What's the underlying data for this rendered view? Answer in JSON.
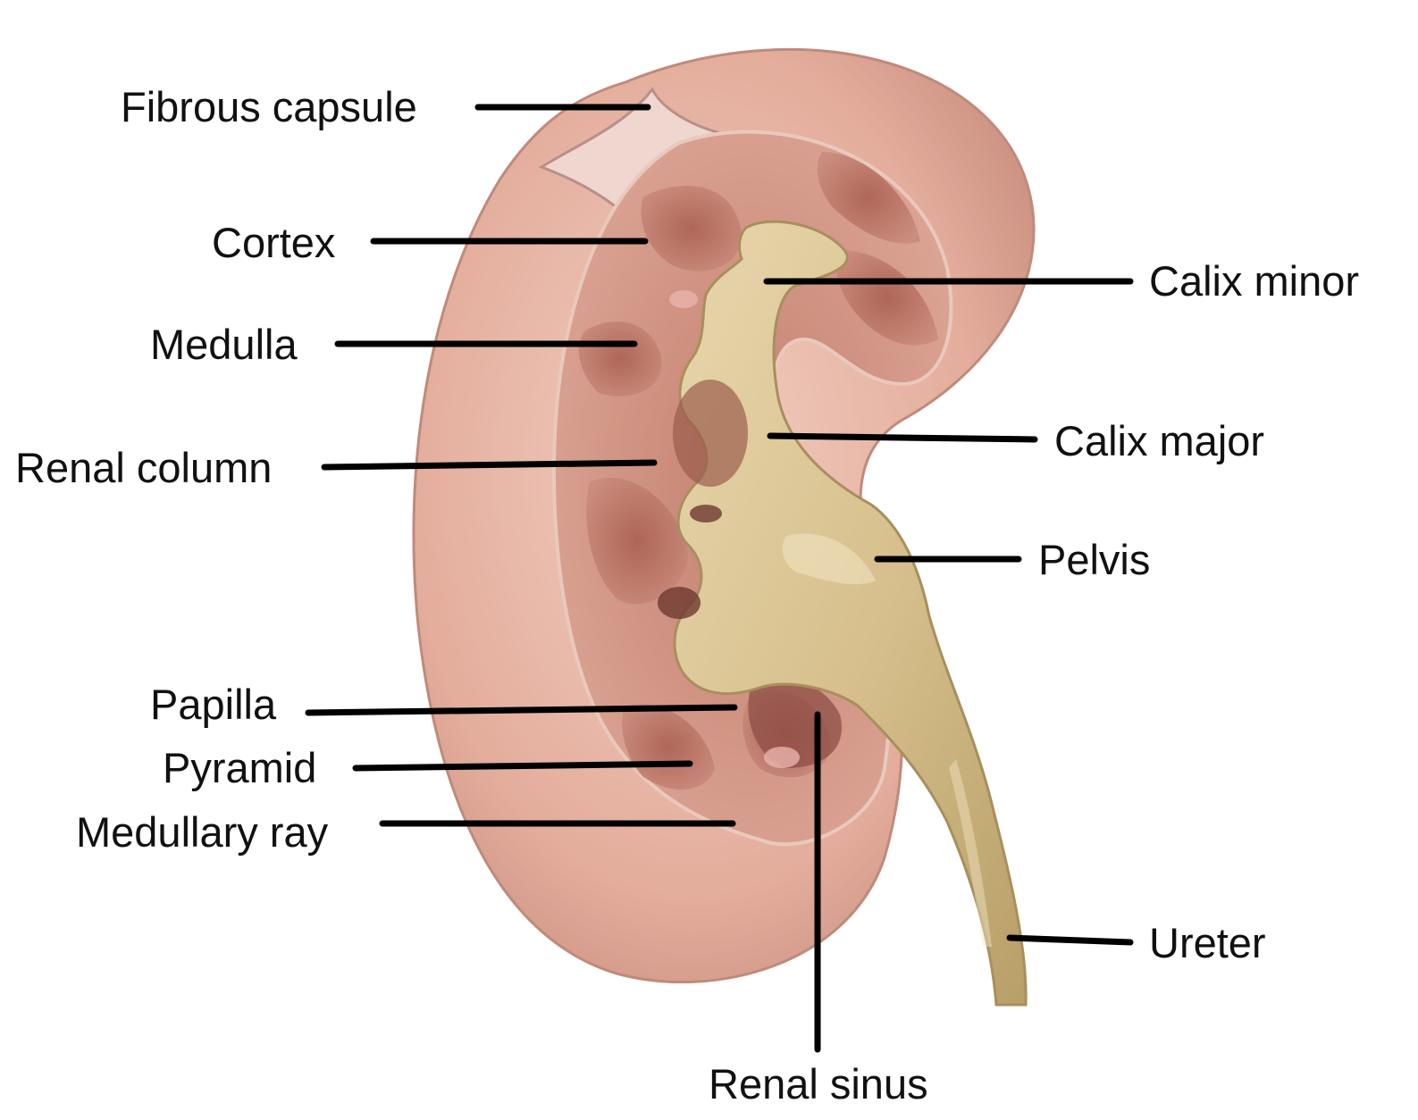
{
  "labels": {
    "fibrous_capsule": "Fibrous capsule",
    "cortex": "Cortex",
    "medulla": "Medulla",
    "renal_column": "Renal column",
    "papilla": "Papilla",
    "pyramid": "Pyramid",
    "medullary_ray": "Medullary ray",
    "calix_minor": "Calix minor",
    "calix_major": "Calix major",
    "pelvis": "Pelvis",
    "ureter": "Ureter",
    "renal_sinus": "Renal sinus"
  },
  "colors": {
    "capsule": "#e9b7a6",
    "capsule_shadow": "#c98f80",
    "cortex": "#d99c8c",
    "medulla": "#b9705f",
    "collecting_system": "#d8c394",
    "collecting_shadow": "#b8a06a",
    "leader": "#000000",
    "text": "#111111"
  }
}
